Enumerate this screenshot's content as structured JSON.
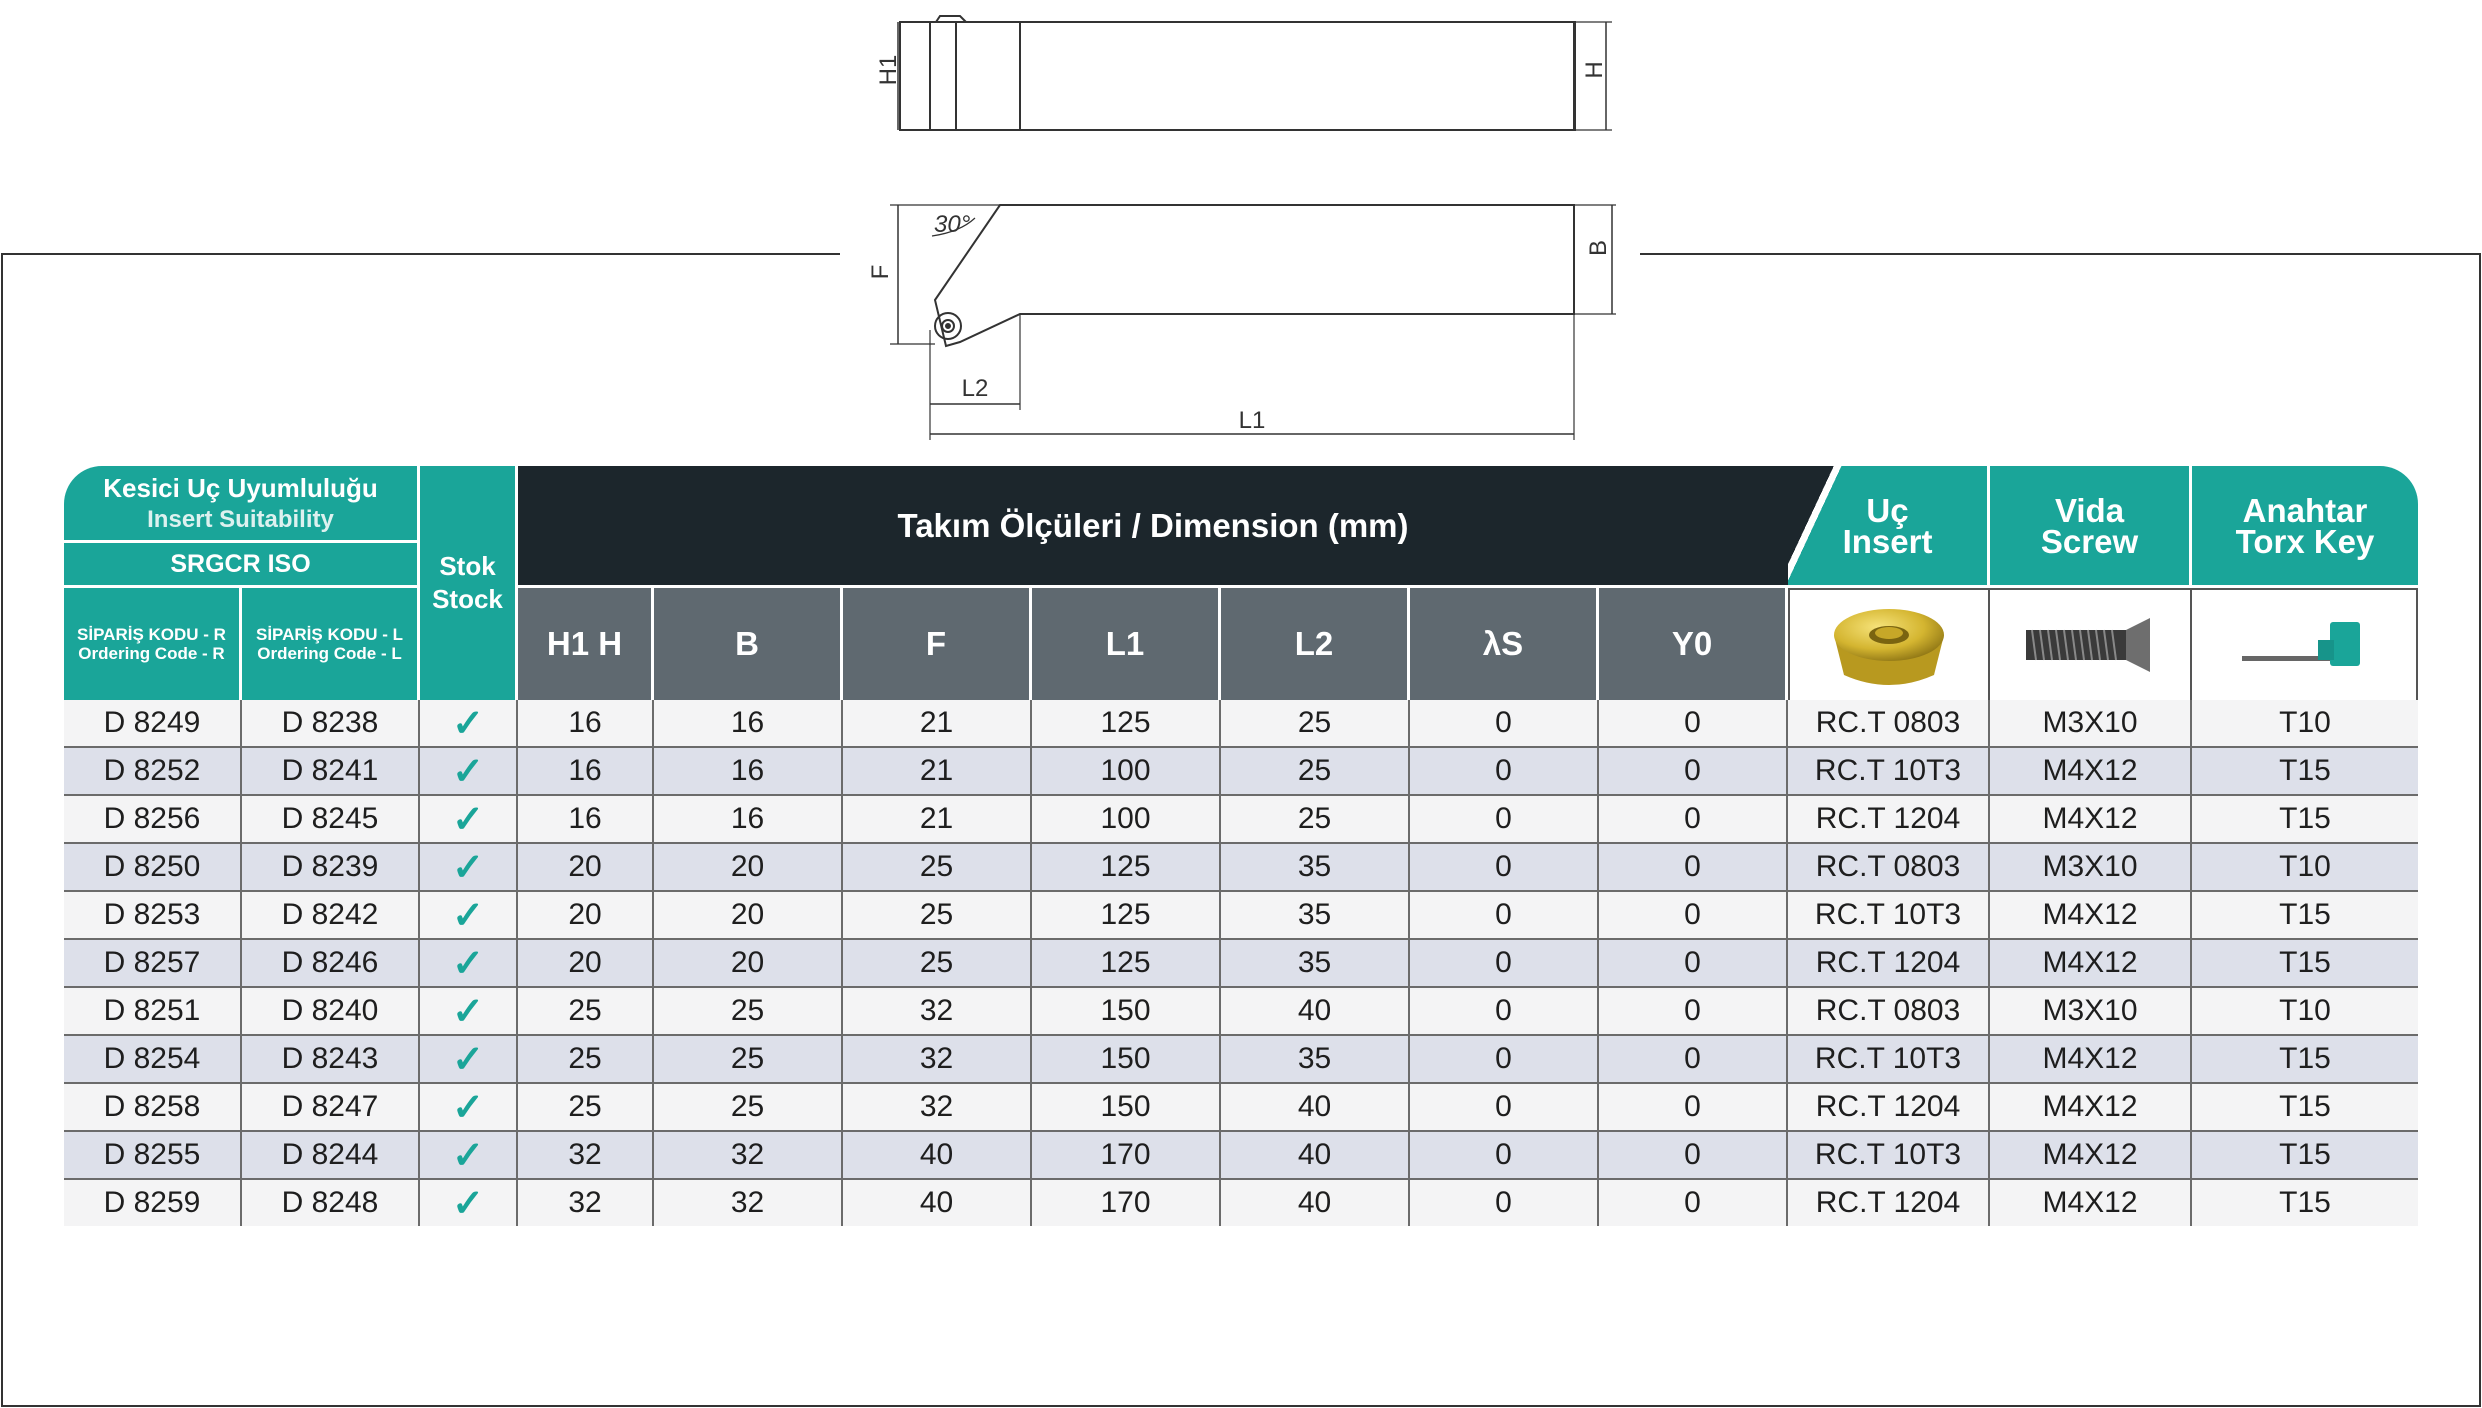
{
  "drawing_labels": {
    "h1": "H1",
    "h": "H",
    "f": "F",
    "b": "B",
    "angle": "30°",
    "l2": "L2",
    "l1": "L1"
  },
  "header": {
    "insert_suitability_tr": "Kesici Uç Uyumluluğu",
    "insert_suitability_en": "Insert Suitability",
    "iso": "SRGCR ISO",
    "order_r_tr": "SİPARİŞ KODU - R",
    "order_r_en": "Ordering Code - R",
    "order_l_tr": "SİPARİŞ KODU - L",
    "order_l_en": "Ordering Code - L",
    "stock_tr": "Stok",
    "stock_en": "Stock",
    "dimension_tr": "Takım Ölçüleri /",
    "dimension_en": "Dimension (mm)",
    "insert_tr": "Uç",
    "insert_en": "Insert",
    "screw_tr": "Vida",
    "screw_en": "Screw",
    "key_tr": "Anahtar",
    "key_en": "Torx Key",
    "columns": [
      "H1 H",
      "B",
      "F",
      "L1",
      "L2",
      "λS",
      "Y0"
    ]
  },
  "rows": [
    [
      "D 8249",
      "D 8238",
      "✓",
      "16",
      "16",
      "21",
      "125",
      "25",
      "0",
      "0",
      "RC.T 0803",
      "M3X10",
      "T10"
    ],
    [
      "D 8252",
      "D 8241",
      "✓",
      "16",
      "16",
      "21",
      "100",
      "25",
      "0",
      "0",
      "RC.T 10T3",
      "M4X12",
      "T15"
    ],
    [
      "D 8256",
      "D 8245",
      "✓",
      "16",
      "16",
      "21",
      "100",
      "25",
      "0",
      "0",
      "RC.T 1204",
      "M4X12",
      "T15"
    ],
    [
      "D 8250",
      "D 8239",
      "✓",
      "20",
      "20",
      "25",
      "125",
      "35",
      "0",
      "0",
      "RC.T 0803",
      "M3X10",
      "T10"
    ],
    [
      "D 8253",
      "D 8242",
      "✓",
      "20",
      "20",
      "25",
      "125",
      "35",
      "0",
      "0",
      "RC.T 10T3",
      "M4X12",
      "T15"
    ],
    [
      "D 8257",
      "D 8246",
      "✓",
      "20",
      "20",
      "25",
      "125",
      "35",
      "0",
      "0",
      "RC.T 1204",
      "M4X12",
      "T15"
    ],
    [
      "D 8251",
      "D 8240",
      "✓",
      "25",
      "25",
      "32",
      "150",
      "40",
      "0",
      "0",
      "RC.T 0803",
      "M3X10",
      "T10"
    ],
    [
      "D 8254",
      "D 8243",
      "✓",
      "25",
      "25",
      "32",
      "150",
      "35",
      "0",
      "0",
      "RC.T 10T3",
      "M4X12",
      "T15"
    ],
    [
      "D 8258",
      "D 8247",
      "✓",
      "25",
      "25",
      "32",
      "150",
      "40",
      "0",
      "0",
      "RC.T 1204",
      "M4X12",
      "T15"
    ],
    [
      "D 8255",
      "D 8244",
      "✓",
      "32",
      "32",
      "40",
      "170",
      "40",
      "0",
      "0",
      "RC.T 10T3",
      "M4X12",
      "T15"
    ],
    [
      "D 8259",
      "D 8248",
      "✓",
      "32",
      "32",
      "40",
      "170",
      "40",
      "0",
      "0",
      "RC.T 1204",
      "M4X12",
      "T15"
    ]
  ],
  "colors": {
    "teal": "#1aa599",
    "dark": "#1c262c",
    "gray": "#5f6970",
    "row_light": "#f4f4f5",
    "row_blue": "#dde0ea"
  }
}
